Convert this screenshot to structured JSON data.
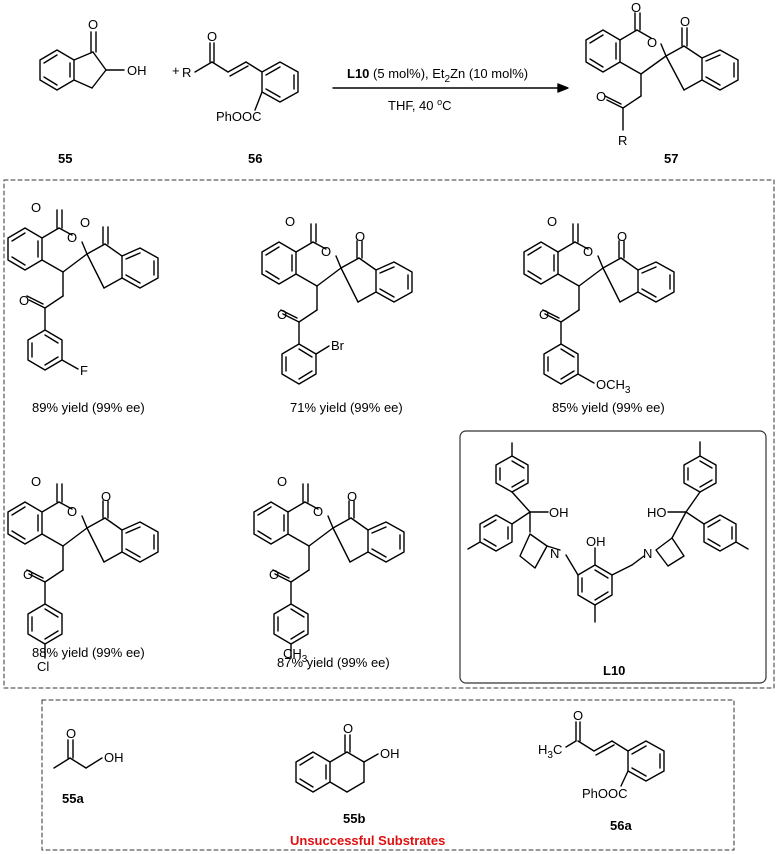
{
  "reaction": {
    "reactant1": {
      "label": "55",
      "group": "OH",
      "carbonyl": "O"
    },
    "plus": "+",
    "reactant2": {
      "label": "56",
      "r_group": "R",
      "carbonyl": "O",
      "ester": "PhOOC"
    },
    "conditions_top_bold": "L10",
    "conditions_top_rest": " (5 mol%), Et",
    "conditions_top_sub": "2",
    "conditions_top_rest2": "Zn (10 mol%)",
    "conditions_bottom": "THF, 40 ",
    "conditions_bottom_sup": "o",
    "conditions_bottom_end": "C",
    "product": {
      "label": "57",
      "r_group": "R",
      "ring_o": "O",
      "carbonyl": "O"
    }
  },
  "scope": [
    {
      "substituent": "F",
      "caption": "89% yield (99% ee)"
    },
    {
      "substituent": "Br",
      "caption": "71% yield (99% ee)"
    },
    {
      "substituent": "OCH",
      "substituent_sub": "3",
      "caption": "85% yield (99% ee)"
    },
    {
      "substituent": "Cl",
      "caption": "88% yield (99% ee)"
    },
    {
      "substituent": "CH",
      "substituent_sub": "3",
      "caption": "87% yield (99% ee)"
    }
  ],
  "ligand": {
    "label": "L10",
    "oh": "OH",
    "ho": "HO",
    "n": "N",
    "phenol": "OH"
  },
  "unsuccessful": {
    "title": "Unsuccessful Substrates",
    "items": [
      {
        "label": "55a",
        "group": "OH",
        "carbonyl": "O"
      },
      {
        "label": "55b",
        "group": "OH",
        "carbonyl": "O"
      },
      {
        "label": "56a",
        "methyl": "H",
        "methyl_sub": "3",
        "methyl_c": "C",
        "ester": "PhOOC",
        "carbonyl": "O"
      }
    ]
  },
  "colors": {
    "line": "#000000",
    "title": "#e01010",
    "frame": "#333333"
  }
}
